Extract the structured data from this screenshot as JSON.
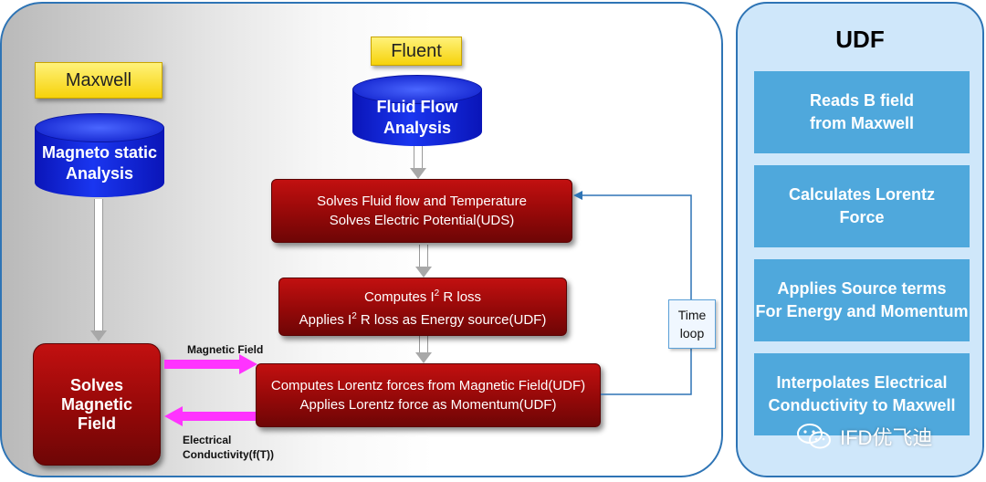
{
  "tags": {
    "maxwell": "Maxwell",
    "fluent": "Fluent"
  },
  "cylinders": {
    "magnetostatic": [
      "Magneto static",
      "Analysis"
    ],
    "fluid_flow": [
      "Fluid Flow",
      "Analysis"
    ]
  },
  "boxes": {
    "solves_magnetic": [
      "Solves",
      "Magnetic",
      "Field"
    ],
    "solves_fluid": [
      "Solves Fluid flow and Temperature",
      "Solves Electric Potential(UDS)"
    ],
    "i2r_line1": {
      "a": "Computes I",
      "sup": "2",
      "b": " R loss"
    },
    "i2r_line2": {
      "a": "Applies I",
      "sup": "2",
      "b": " R loss as  Energy source(UDF)"
    },
    "lorentz": [
      "Computes Lorentz forces from Magnetic Field(UDF)",
      "Applies Lorentz force as Momentum(UDF)"
    ]
  },
  "arrow_labels": {
    "magnetic_field": "Magnetic Field",
    "electrical_conductivity": [
      "Electrical",
      "Conductivity(f(T))"
    ]
  },
  "time_loop": [
    "Time",
    "loop"
  ],
  "udf": {
    "title": "UDF",
    "items": [
      [
        "Reads B field",
        "from  Maxwell"
      ],
      [
        "Calculates Lorentz",
        "Force"
      ],
      [
        "Applies Source terms",
        "For Energy and Momentum"
      ],
      [
        "Interpolates Electrical",
        "Conductivity to Maxwell"
      ]
    ]
  },
  "watermark": "IFD优飞迪",
  "colors": {
    "red_box": "#a00c0c",
    "cylinder": "#1a2fe0",
    "tag": "#f9dc2e",
    "udf_item": "#4fa8dc",
    "udf_panel": "#cfe7fa",
    "magenta_arrow": "#ff33ff",
    "loop_line": "#2e74b5"
  }
}
